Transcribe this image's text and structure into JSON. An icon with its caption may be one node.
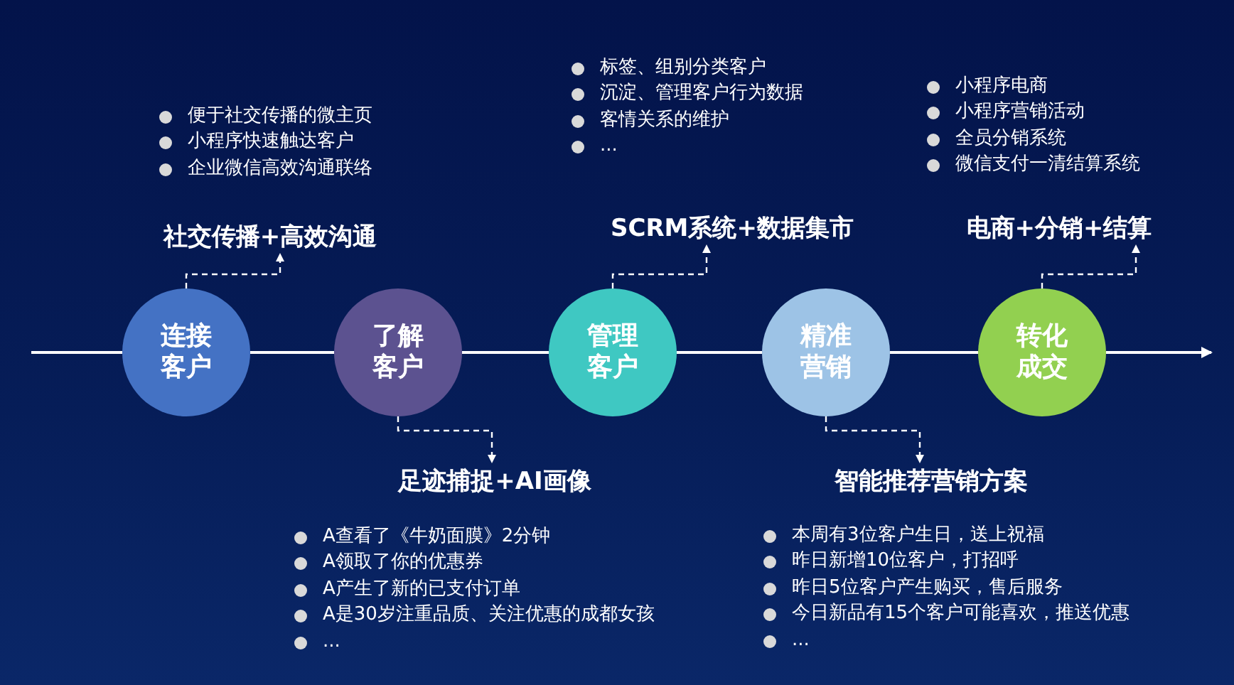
{
  "diagram": {
    "nodes": [
      {
        "text": [
          "连接客户"
        ]
      },
      {
        "text": [
          "了解客户"
        ]
      },
      {
        "text": [
          "管理客户"
        ]
      },
      {
        "text": [
          "精准营销"
        ]
      },
      {
        "text": [
          "转化成交"
        ]
      },
      {
        "text": [
          "社交传播+高效沟通"
        ],
        "beside": [
          "便于社交传播的微主页",
          "小程序快速触达客户",
          "企业微信高效沟通联络"
        ]
      },
      {
        "text": [
          "足迹捕捉+AI画像"
        ],
        "beside": [
          "A查看了《牛奶面膜》2分钟",
          "A领取了你的优惠券",
          "A产生了新的已支付订单",
          "A是30岁注重品质、关注优惠的成都女孩",
          "..."
        ]
      },
      {
        "text": [
          "SCRM系统+数据集市"
        ],
        "beside": [
          "标签、组别分类客户",
          "沉淀、管理客户行为数据",
          "客情关系的维护",
          "..."
        ]
      },
      {
        "text": [
          "智能推荐营销方案"
        ],
        "beside": [
          "本周有3位客户生日，送上祝福",
          "昨日新增10位客户，打招呼",
          "昨日5位客户产生购买，售后服务",
          "今日新品有15个客户可能喜欢，推送优惠",
          "..."
        ]
      },
      {
        "text": [
          "电商+分销+结算"
        ],
        "beside": [
          "小程序电商",
          "小程序营销活动",
          "全员分销系统",
          "微信支付一清结算系统"
        ]
      }
    ],
    "edges": [
      {
        "from": null,
        "to": 0,
        "arrow": "none"
      },
      {
        "from": 0,
        "to": 1,
        "arrow": "none"
      },
      {
        "from": 1,
        "to": 2,
        "arrow": "none"
      },
      {
        "from": 2,
        "to": 3,
        "arrow": "none"
      },
      {
        "from": 3,
        "to": 4,
        "arrow": "none"
      },
      {
        "from": 4,
        "to": null,
        "arrow": "to"
      },
      {
        "from": 0,
        "to": 5,
        "arrow": "to",
        "style": "dashed"
      },
      {
        "from": 1,
        "to": 6,
        "arrow": "to",
        "style": "dashed"
      },
      {
        "from": 2,
        "to": 7,
        "arrow": "to",
        "style": "dashed"
      },
      {
        "from": 3,
        "to": 8,
        "arrow": "to",
        "style": "dashed"
      },
      {
        "from": 4,
        "to": 9,
        "arrow": "to",
        "style": "dashed"
      }
    ]
  }
}
